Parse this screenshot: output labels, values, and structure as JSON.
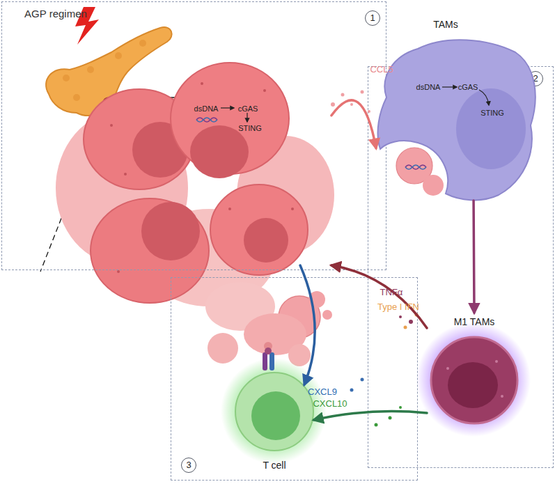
{
  "diagram": {
    "nodes": [
      {
        "text": [
          "1"
        ]
      },
      {
        "text": [
          "dsDNA",
          "cGAS",
          "STING"
        ],
        "in": 0
      },
      {
        "text": [
          "2"
        ]
      },
      {
        "text": [
          "TAMs",
          "dsDNA",
          "cGAS",
          "STING"
        ]
      },
      {
        "text": [
          "M1 TAMs"
        ],
        "in": 2
      },
      {
        "text": [
          "3"
        ]
      },
      {
        "text": [
          "T cell"
        ],
        "in": 5
      }
    ],
    "edges": [
      {
        "from": 1,
        "to": 3,
        "label": "CCL5",
        "arrow": "to"
      },
      {
        "from": 3,
        "to": 4,
        "arrow": "to"
      },
      {
        "from": 4,
        "to": 1,
        "label": "TNFα",
        "arrow": "to"
      },
      {
        "from": 1,
        "to": 6,
        "label": "CXCL9",
        "arrow": "to"
      },
      {
        "from": 4,
        "to": 6,
        "label": "CXCL10",
        "arrow": "to"
      }
    ],
    "labels": [
      "AGP regimen",
      "Type I IFN"
    ]
  }
}
